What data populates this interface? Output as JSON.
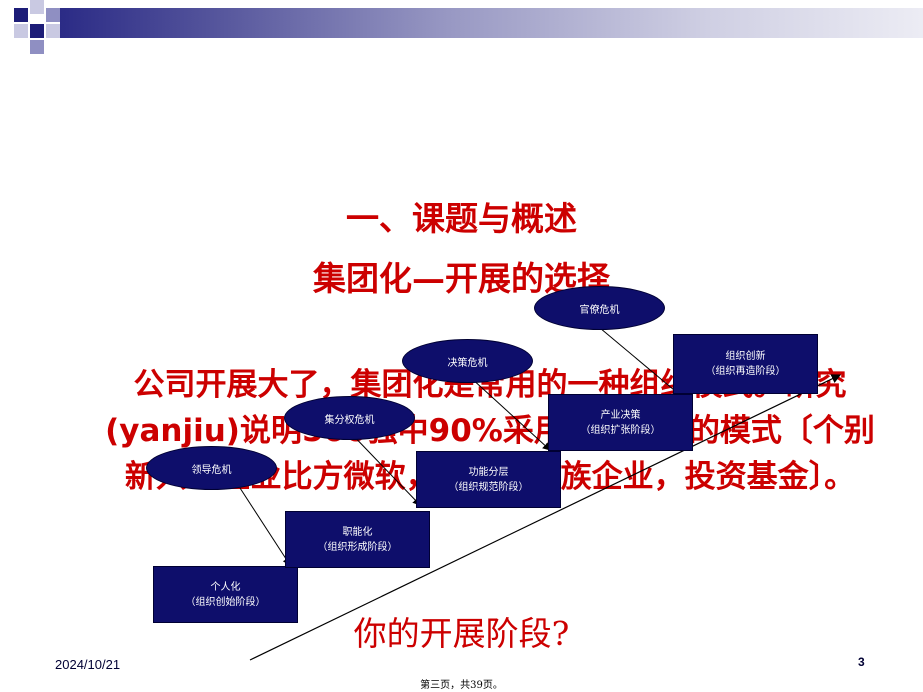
{
  "slide": {
    "heading": "一、课题与概述",
    "subheading": "集团化—开展的选择",
    "paragraph": "公司开展大了，集团化是常用的一种组织模式。研究(yanjiu)说明500强中90%采用集团公司的模式〔个别新兴IT企业比方微软，精品等家族企业，投资基金〕。",
    "question": "你的开展阶段?"
  },
  "diagram": {
    "stages": [
      {
        "line1": "个人化",
        "line2": "（组织创始阶段）"
      },
      {
        "line1": "职能化",
        "line2": "（组织形成阶段）"
      },
      {
        "line1": "功能分层",
        "line2": "（组织规范阶段）"
      },
      {
        "line1": "产业决策",
        "line2": "（组织扩张阶段）"
      },
      {
        "line1": "组织创新",
        "line2": "（组织再造阶段）"
      }
    ],
    "crises": [
      "领导危机",
      "集分权危机",
      "决策危机",
      "官僚危机"
    ]
  },
  "footer": {
    "date": "2024/10/21",
    "page_number": "3",
    "page_info": "第三页，共39页。"
  },
  "colors": {
    "accent": "#cc0000",
    "box": "#0e0e6b"
  }
}
